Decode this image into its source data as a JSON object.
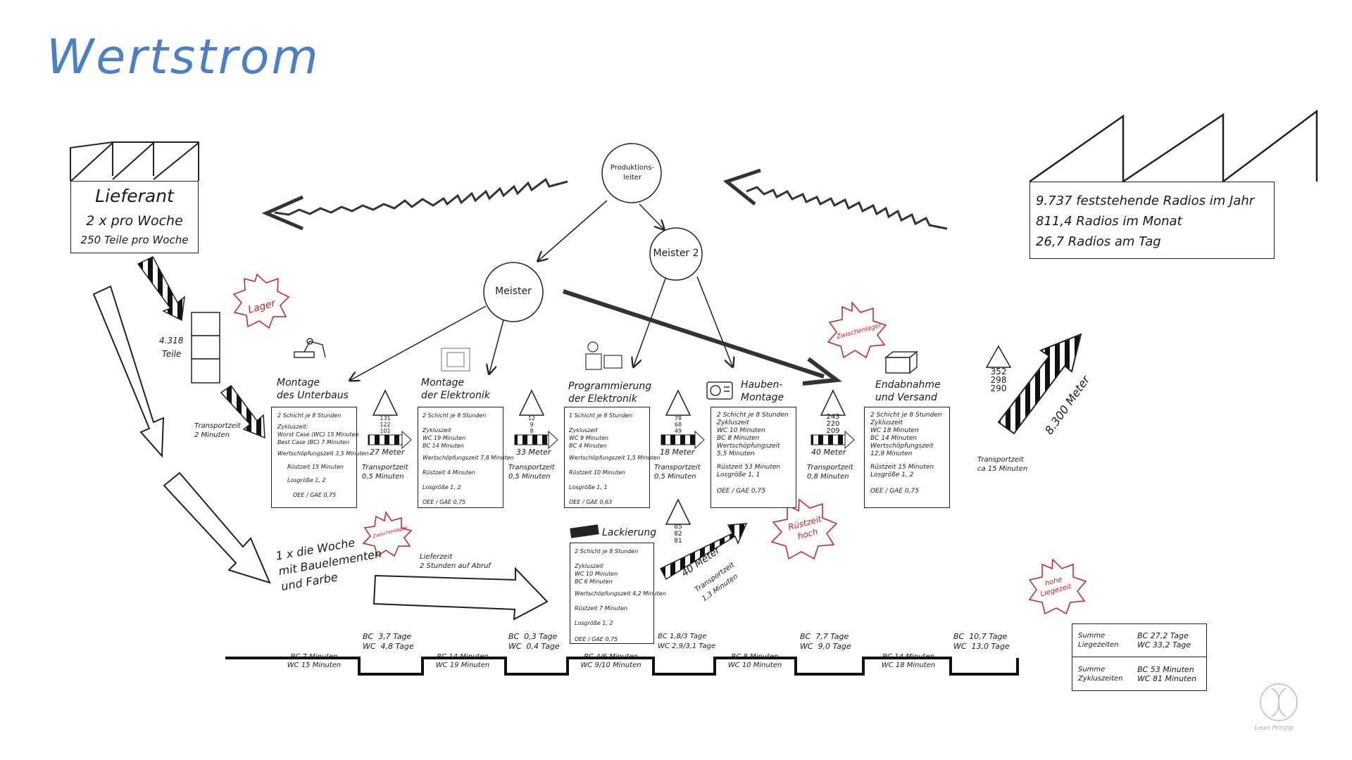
{
  "title": "Wertstrom",
  "supplier": {
    "name": "Lieferant",
    "frequency": "2 x pro Woche",
    "quantity": "250 Teile pro Woche"
  },
  "customer": {
    "line1": "9.737 feststehende Radios im Jahr",
    "line2": "811,4 Radios im Monat",
    "line3": "26,7 Radios am Tag"
  },
  "control": {
    "head": "Produktions-\nleiter",
    "meister": "Meister",
    "meister2": "Meister 2"
  },
  "inventory_start": {
    "value": "4.318",
    "unit": "Teile"
  },
  "burst_lager": "Lager",
  "burst_zwischenlager1": "Zwischenlager",
  "burst_zwischenlager2": "Zwischenlager",
  "burst_ruestzeit": "Rüstzeit\nhoch",
  "burst_liegezeit": "hohe\nLiegezeit",
  "transport_in": {
    "label": "Transportzeit",
    "value": "2 Minuten"
  },
  "delivery_note": "1 x die Woche\nmit Bauelementen\nund Farbe",
  "lieferzeit": {
    "label": "Lieferzeit",
    "value": "2 Stunden auf Abruf"
  },
  "processes": [
    {
      "title1": "Montage",
      "title2": "des Unterbaus",
      "lines": [
        "2 Schicht je 8 Stunden",
        "Zykluszeit:",
        "Worst Case (WC) 15 Minuten",
        "Best Case (BC) 7 Minuten",
        "Wertschöpfungszeit 3,5 Minuten",
        "Rüstzeit 15 Minuten",
        "Losgröße 1, 2",
        "OEE / GAE  0,75"
      ]
    },
    {
      "title1": "Montage",
      "title2": "der Elektronik",
      "lines": [
        "2 Schicht je 8 Stunden",
        "Zykluszeit",
        "WC 19 Minuten",
        "BC 14 Minuten",
        "Wertschöpfungszeit 7,8 Minuten",
        "Rüstzeit 4 Minuten",
        "Losgröße 1,  2",
        "OEE / GAE  0,75"
      ]
    },
    {
      "title1": "Programmierung",
      "title2": "der Elektronik",
      "lines": [
        "1 Schicht je 8 Stunden",
        "Zykluszeit",
        "WC 9 Minuten",
        "BC 4 Minuten",
        "Wertschöpfungszeit 1,5 Minuten",
        "Rüstzeit 10 Minuten",
        "Losgröße 1,  1",
        "OEE / GAE  0,63"
      ]
    },
    {
      "title1": "Hauben-",
      "title2": "Montage",
      "lines": [
        "2 Schicht je 8 Stunden",
        "Zykluszeit",
        "WC 10 Minuten",
        "BC  8 Minuten",
        "Wertschöpfungszeit",
        "5,5 Minuten",
        "Rüstzeit 53 Minuten",
        "Losgröße 1,  1",
        "OEE / GAE  0,75"
      ]
    },
    {
      "title1": "Endabnahme",
      "title2": "und Versand",
      "lines": [
        "2 Schicht je 8 Stunden",
        "Zykluszeit",
        "WC 18 Minuten",
        "BC  14 Minuten",
        "Wertschöpfungszeit",
        "12,9 Minuten",
        "Rüstzeit 15 Minuten",
        "Losgröße 1,  2",
        "OEE / GAE  0,75"
      ]
    },
    {
      "title1": "Lackierung",
      "title2": "",
      "lines": [
        "2 Schicht je 8 Stunden",
        "Zykluszeit",
        "WC 10 Minuten",
        "BC  6 Minuten",
        "Wertschöpfungszeit 4,2 Minuten",
        "Rüstzeit 7 Minuten",
        "Losgröße 1,  2",
        "OEE / GAE  0,75"
      ]
    }
  ],
  "inventories": [
    {
      "values": [
        "131",
        "122",
        "101"
      ]
    },
    {
      "values": [
        "12",
        "9",
        "8"
      ]
    },
    {
      "values": [
        "78",
        "68",
        "49"
      ]
    },
    {
      "values": [
        "243",
        "220",
        "209"
      ]
    },
    {
      "values": [
        "85",
        "82",
        "81"
      ]
    },
    {
      "values": [
        "352",
        "298",
        "290"
      ]
    }
  ],
  "transports": [
    {
      "distance": "27 Meter",
      "label": "Transportzeit",
      "time": "0,5 Minuten"
    },
    {
      "distance": "33 Meter",
      "label": "Transportzeit",
      "time": "0,5 Minuten"
    },
    {
      "distance": "18 Meter",
      "label": "Transportzeit",
      "time": "0,5 Minuten"
    },
    {
      "distance": "40 Meter",
      "label": "Transportzeit",
      "time": "0,8 Minuten"
    }
  ],
  "lack_transport": {
    "distance": "40 Meter",
    "label": "Transportzeit",
    "time": "1,3 Minuten"
  },
  "ship": {
    "distance": "8.300 Meter",
    "label": "Transportzeit",
    "time": "ca 15 Minuten"
  },
  "timeline": {
    "low": [
      {
        "a": "BC 7 Minuten",
        "b": "WC 15 Minuten"
      },
      {
        "a": "BC 14 Minuten",
        "b": "WC 19 Minuten"
      },
      {
        "a": "BC 4/6 Minuten",
        "b": "WC 9/10 Minuten"
      },
      {
        "a": "BC 8 Minuten",
        "b": "WC 10 Minuten"
      },
      {
        "a": "BC 14 Minuten",
        "b": "WC 18 Minuten"
      }
    ],
    "high": [
      {
        "a": "BC  3,7 Tage",
        "b": "WC  4,8 Tage"
      },
      {
        "a": "BC  0,3 Tage",
        "b": "WC  0,4 Tage"
      },
      {
        "a": "BC 1,8/3 Tage",
        "b": "WC 2,9/3,1 Tage"
      },
      {
        "a": "BC  7,7 Tage",
        "b": "WC  9,0 Tage"
      },
      {
        "a": "BC  10,7 Tage",
        "b": "WC  13,0 Tage"
      }
    ]
  },
  "summary": {
    "row1": {
      "label": "Summe\nLiegezeiten",
      "a": "BC 27,2 Tage",
      "b": "WC 33,2 Tage"
    },
    "row2": {
      "label": "Summe\nZykluszeiten",
      "a": "BC 53 Minuten",
      "b": "WC 81 Minuten"
    }
  },
  "brand": "Lean Prinzip",
  "colors": {
    "title": "#4b7fc6",
    "burst": "#cc1f1f",
    "ink": "#1a1a1a"
  }
}
